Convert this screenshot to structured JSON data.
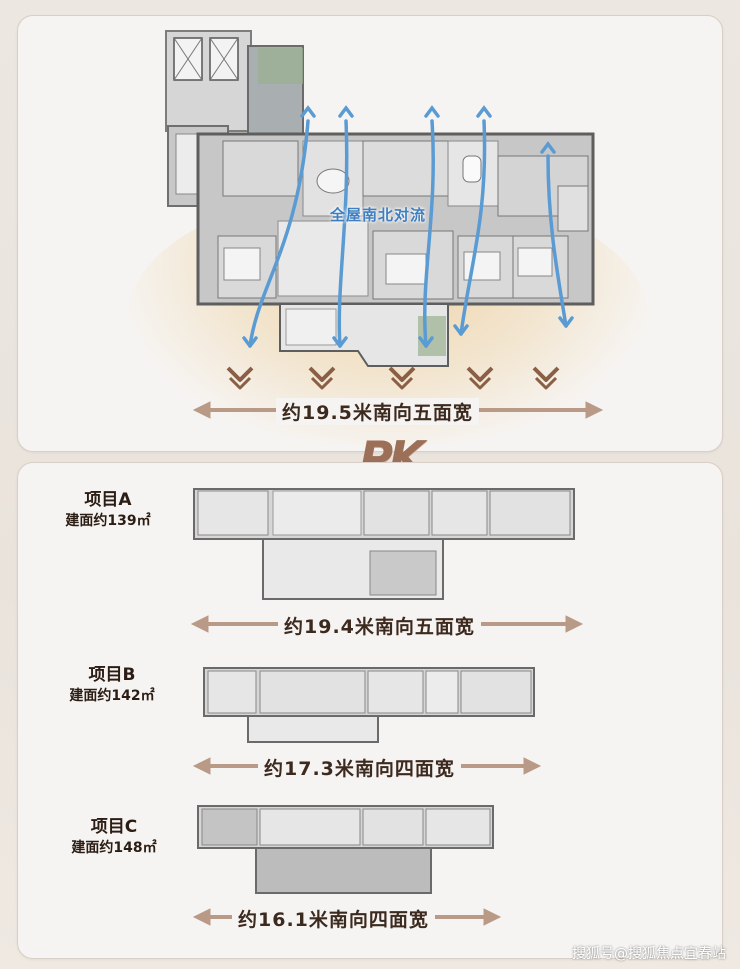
{
  "main_plan": {
    "flow_label": "全屋南北对流",
    "width_caption": "约19.5米南向五面宽"
  },
  "pk_logo": "PK",
  "projects": [
    {
      "name": "项目A",
      "area": "建面约139㎡",
      "width_caption": "约19.4米南向五面宽"
    },
    {
      "name": "项目B",
      "area": "建面约142㎡",
      "width_caption": "约17.3米南向四面宽"
    },
    {
      "name": "项目C",
      "area": "建面约148㎡",
      "width_caption": "约16.1米南向四面宽"
    }
  ],
  "watermark": "搜狐号@搜狐焦点宜春站",
  "colors": {
    "arrow_blue": "#5a9bd4",
    "caption_arrow": "#b89a86",
    "chevron_brown": "#8a5f45",
    "glow": "#eccc98"
  }
}
